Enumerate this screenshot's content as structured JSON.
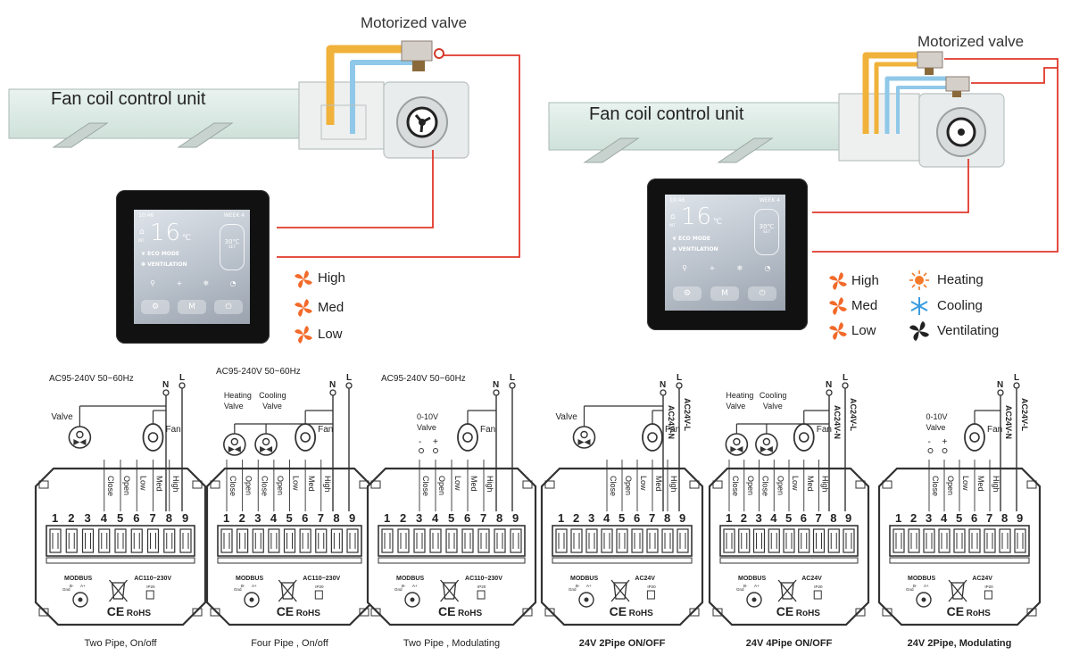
{
  "labels": {
    "motorized_valve": "Motorized valve",
    "fan_coil_unit": "Fan coil control unit"
  },
  "thermostat": {
    "time": "10:46",
    "week": "WEEK 4",
    "temp_value": "16",
    "temp_unit": "℃",
    "set_temp": "30℃",
    "set_label": "SET",
    "eco_mode": "ECO MODE",
    "ventilation": "VENTILATION",
    "indoor_label": "INT"
  },
  "legend": {
    "high": "High",
    "med": "Med",
    "low": "Low",
    "heating": "Heating",
    "cooling": "Cooling",
    "ventilating": "Ventilating"
  },
  "wiring": {
    "supply_ac": "AC95-240V  50~60Hz",
    "n": "N",
    "l": "L",
    "valve": "Valve",
    "fan": "Fan",
    "heating_valve": [
      "Heating",
      "Valve"
    ],
    "cooling_valve": [
      "Cooling",
      "Valve"
    ],
    "modulating_valve": [
      "0-10V",
      "Valve"
    ],
    "minus": "-",
    "plus": "+",
    "ac24_n": "AC24V-N",
    "ac24_l": "AC24V-L",
    "modbus": "MODBUS",
    "modbus_terms": [
      "B-",
      "A+",
      "Gnd"
    ],
    "ac_high": "AC110~230V",
    "ac_low": "AC24V",
    "ip": "IP20",
    "ce": "CE",
    "rohs": "RoHS",
    "terminal_numbers": [
      "1",
      "2",
      "3",
      "4",
      "5",
      "6",
      "7",
      "8",
      "9"
    ],
    "terms_two_pipe": [
      "Close",
      "Open",
      "Low",
      "Med",
      "High"
    ],
    "terms_four_pipe": [
      "Close",
      "Open",
      "Close",
      "Open",
      "Low",
      "Med",
      "High"
    ],
    "terms_two_mod": [
      "Close",
      "Open",
      "Low",
      "Med",
      "High"
    ],
    "captions": [
      "Two Pipe, On/off",
      "Four Pipe , On/off",
      "Two Pipe , Modulating",
      "24V 2Pipe ON/OFF",
      "24V 4Pipe ON/OFF",
      "24V 2Pipe, Modulating"
    ]
  },
  "colors": {
    "hot_pipe": "#f0b23a",
    "cold_pipe": "#8fc8e8",
    "wire_red": "#e0382b",
    "fan_orange": "#f26a2a",
    "cooling_blue": "#3a9be0"
  }
}
